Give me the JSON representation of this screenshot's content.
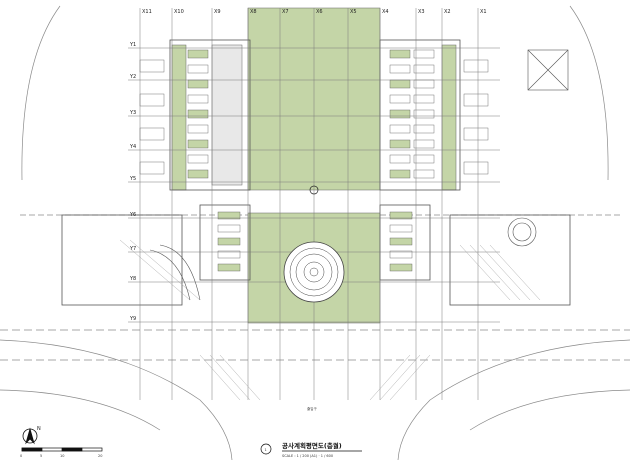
{
  "drawing": {
    "title": "공사계획평면도(층궐)",
    "scale_text": "SCALE : 1 / 200 (A1) · 1 / 600",
    "sheet_number": "1",
    "north_label": "N",
    "gate_label": "출입구",
    "scale_ticks": [
      "0",
      "5",
      "10",
      "20"
    ]
  },
  "grid": {
    "columns": [
      "X11",
      "X10",
      "X9",
      "X8",
      "X7",
      "X6",
      "X5",
      "X4",
      "X3",
      "X2",
      "X1"
    ],
    "rows": [
      "Y1",
      "Y2",
      "Y3",
      "Y4",
      "Y5",
      "Y6",
      "Y7",
      "Y8",
      "Y9"
    ]
  },
  "colors": {
    "paving_green": "#c4d5a7",
    "line": "#5a5a5a",
    "grid_line": "#7a7a7a"
  }
}
